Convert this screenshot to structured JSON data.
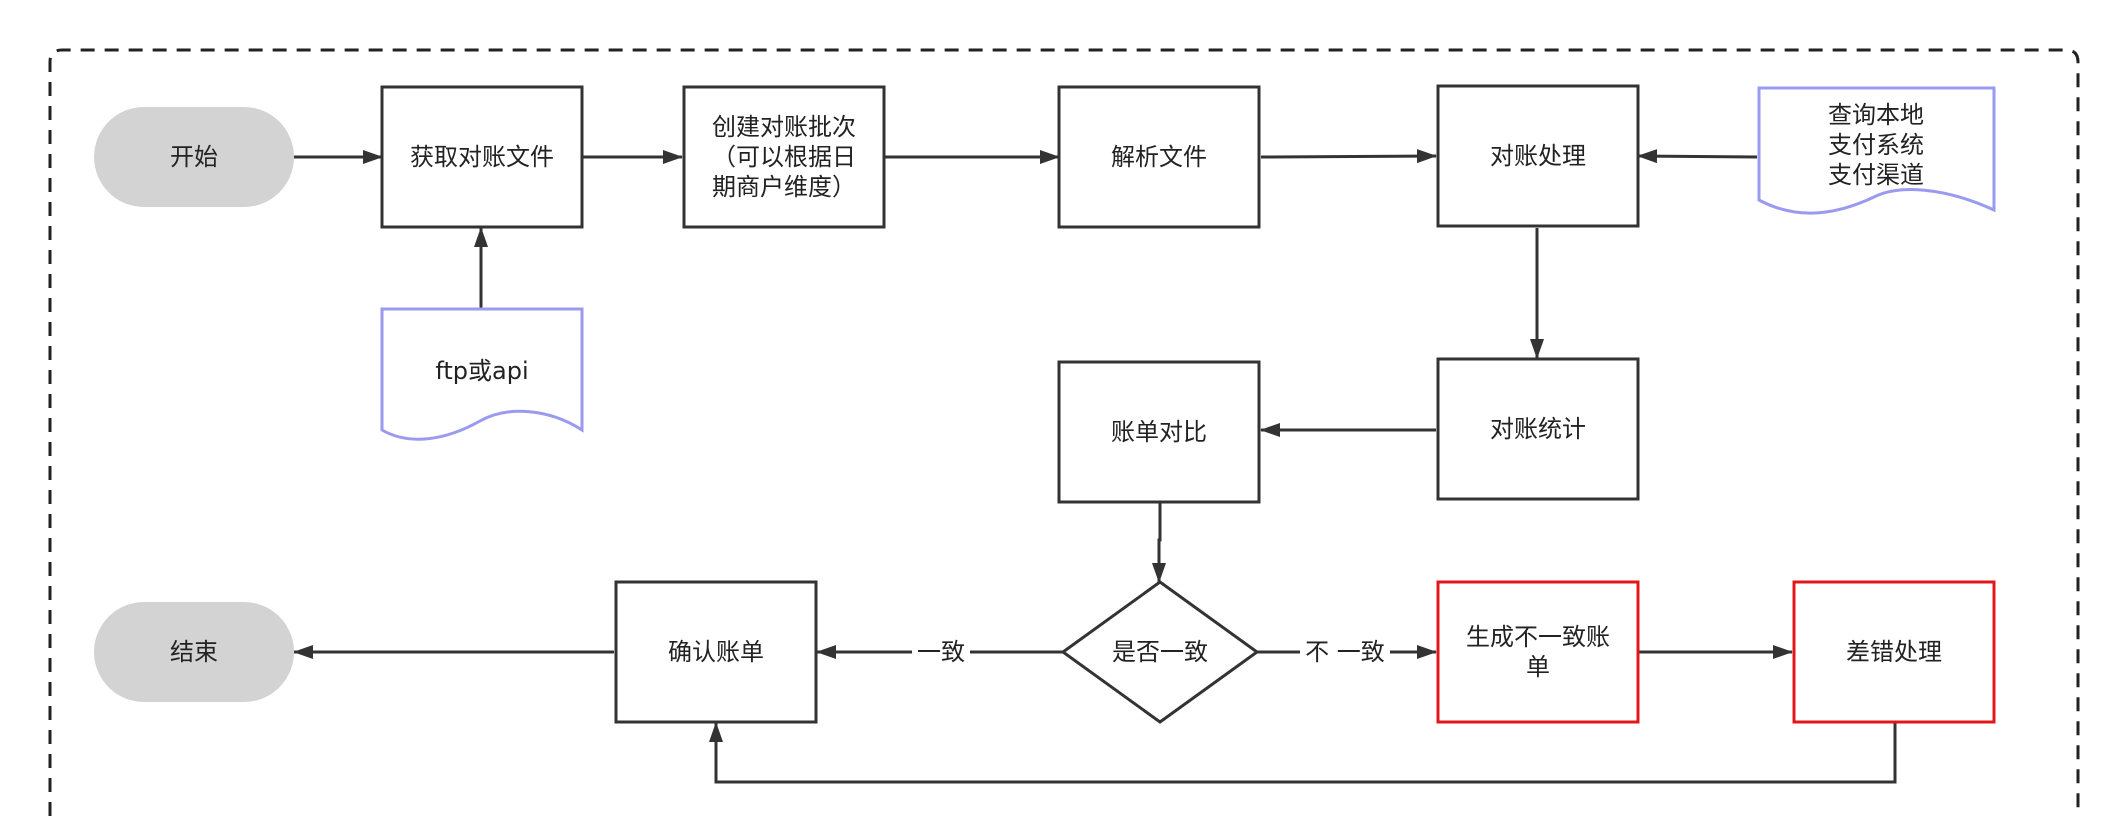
{
  "colors": {
    "stroke": "#333333",
    "terminal_fill": "#d3d3d3",
    "document_stroke": "#9a9af0",
    "error_stroke": "#e01818",
    "background": "#ffffff",
    "text": "#222222"
  },
  "nodes": {
    "start": {
      "label": "开始",
      "shape": "terminal"
    },
    "get_file": {
      "label": "获取对账文件",
      "shape": "process"
    },
    "create_batch": {
      "label": "创建对账批次（可以根据日期商户维度）",
      "shape": "process"
    },
    "parse_file": {
      "label": "解析文件",
      "shape": "process"
    },
    "reconcile": {
      "label": "对账处理",
      "shape": "process"
    },
    "query_local": {
      "label": "查询本地支付系统支付渠道",
      "shape": "document"
    },
    "ftp_api": {
      "label": "ftp或api",
      "shape": "document"
    },
    "stats": {
      "label": "对账统计",
      "shape": "process"
    },
    "compare": {
      "label": "账单对比",
      "shape": "process"
    },
    "consistent": {
      "label": "是否一致",
      "shape": "decision"
    },
    "confirm": {
      "label": "确认账单",
      "shape": "process"
    },
    "end": {
      "label": "结束",
      "shape": "terminal"
    },
    "gen_diff": {
      "label": "生成不一致账单",
      "shape": "process-error"
    },
    "error_handle": {
      "label": "差错处理",
      "shape": "process-error"
    }
  },
  "edges": [
    {
      "from": "start",
      "to": "get_file"
    },
    {
      "from": "ftp_api",
      "to": "get_file"
    },
    {
      "from": "get_file",
      "to": "create_batch"
    },
    {
      "from": "create_batch",
      "to": "parse_file"
    },
    {
      "from": "parse_file",
      "to": "reconcile"
    },
    {
      "from": "query_local",
      "to": "reconcile"
    },
    {
      "from": "reconcile",
      "to": "stats"
    },
    {
      "from": "stats",
      "to": "compare"
    },
    {
      "from": "compare",
      "to": "consistent"
    },
    {
      "from": "consistent",
      "to": "confirm",
      "label": "一致"
    },
    {
      "from": "consistent",
      "to": "gen_diff",
      "label": "不 一致"
    },
    {
      "from": "confirm",
      "to": "end"
    },
    {
      "from": "gen_diff",
      "to": "error_handle"
    },
    {
      "from": "error_handle",
      "to": "confirm"
    }
  ]
}
